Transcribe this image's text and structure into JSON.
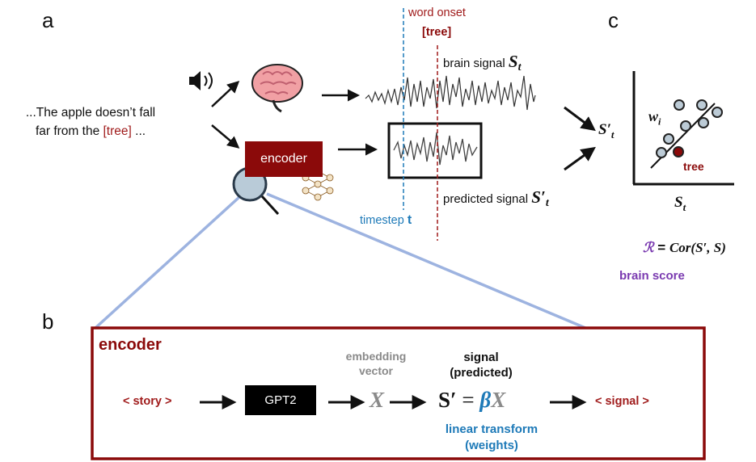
{
  "panels": {
    "a": "a",
    "b": "b",
    "c": "c"
  },
  "sentence": {
    "line1": "...The apple doesn’t fall",
    "line2_prefix": "far from the",
    "target": "[tree]",
    "line2_suffix": "..."
  },
  "encoder_label": "encoder",
  "word_onset": {
    "label": "word onset",
    "word": "[tree]"
  },
  "brain_signal": {
    "label": "brain signal",
    "symbol": "S",
    "subscript": "t"
  },
  "predicted_signal": {
    "label": "predicted signal",
    "symbol": "S′",
    "subscript": "t"
  },
  "timestep": {
    "label": "timestep",
    "symbol": "t"
  },
  "scatter": {
    "y_label": "S′",
    "y_sub": "t",
    "x_label": "S",
    "x_sub": "t",
    "weight_label": "w",
    "weight_sub": "i",
    "highlight_label": "tree"
  },
  "metric": {
    "symbol": "ℛ",
    "equals": " = ",
    "formula": "Cor(S′, S)",
    "label": "brain score"
  },
  "panel_b": {
    "title": "encoder",
    "input": "< story >",
    "model": "GPT2",
    "embedding_label_1": "embedding",
    "embedding_label_2": "vector",
    "embedding_symbol": "X",
    "signal_label_1": "signal",
    "signal_label_2": "(predicted)",
    "eq_lhs": "S′",
    "eq_equals": "=",
    "eq_beta": "β",
    "eq_x": "X",
    "transform_label_1": "linear transform",
    "transform_label_2": "(weights)",
    "output": "< signal >"
  },
  "colors": {
    "dark_red": "#8b0a0a",
    "onset_red": "#a01c1c",
    "timestep_blue": "#1e7ab8",
    "purple": "#7a3ab0",
    "gray": "#8a8a8a",
    "lens_line": "#9db3e0",
    "dot_fill": "#bccbd6"
  }
}
